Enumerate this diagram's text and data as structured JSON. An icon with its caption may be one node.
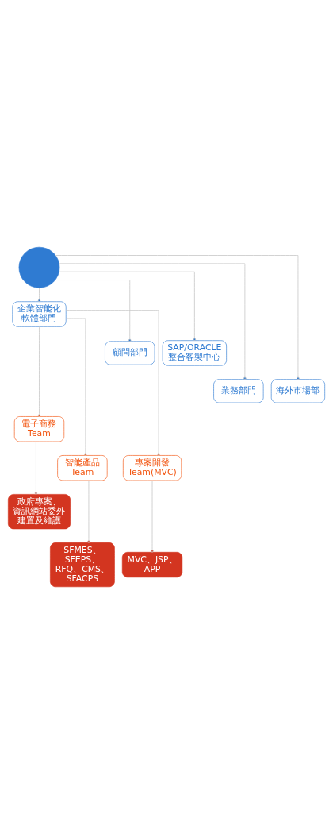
{
  "diagram": {
    "nodes": [
      {
        "text": [],
        "shape": "circle"
      },
      {
        "text": [
          "企業智能化軟體部門"
        ]
      },
      {
        "text": [
          "顧問部門"
        ]
      },
      {
        "text": [
          "SAP/ORACLE整合客製中心"
        ]
      },
      {
        "text": [
          "業務部門"
        ]
      },
      {
        "text": [
          "海外市場部"
        ]
      },
      {
        "text": [
          "電子商務 Team"
        ]
      },
      {
        "text": [
          "智能產品 Team"
        ]
      },
      {
        "text": [
          "專案開發 Team(MVC)"
        ]
      },
      {
        "text": [
          "政府專案、資訊網站委外建置及維護"
        ]
      },
      {
        "text": [
          "SFMES、SFEPS、RFQ、CMS、SFACPS"
        ]
      },
      {
        "text": [
          "MVC、JSP、APP"
        ]
      }
    ],
    "edges": [
      {
        "from": 0,
        "to": 4,
        "arrow": "other"
      },
      {
        "from": 0,
        "to": 2,
        "arrow": "other"
      },
      {
        "from": 0,
        "to": 1,
        "arrow": "other"
      },
      {
        "from": 0,
        "to": 3,
        "arrow": "other"
      },
      {
        "from": 0,
        "to": 5,
        "arrow": "other"
      },
      {
        "from": 1,
        "to": 7,
        "arrow": "other"
      },
      {
        "from": 1,
        "to": 6,
        "arrow": "other"
      },
      {
        "from": 1,
        "to": 8,
        "arrow": "other"
      },
      {
        "from": 6,
        "to": 9,
        "arrow": "other"
      },
      {
        "from": 7,
        "to": 10,
        "arrow": "other"
      },
      {
        "from": 8,
        "to": 11,
        "arrow": "other"
      }
    ]
  }
}
